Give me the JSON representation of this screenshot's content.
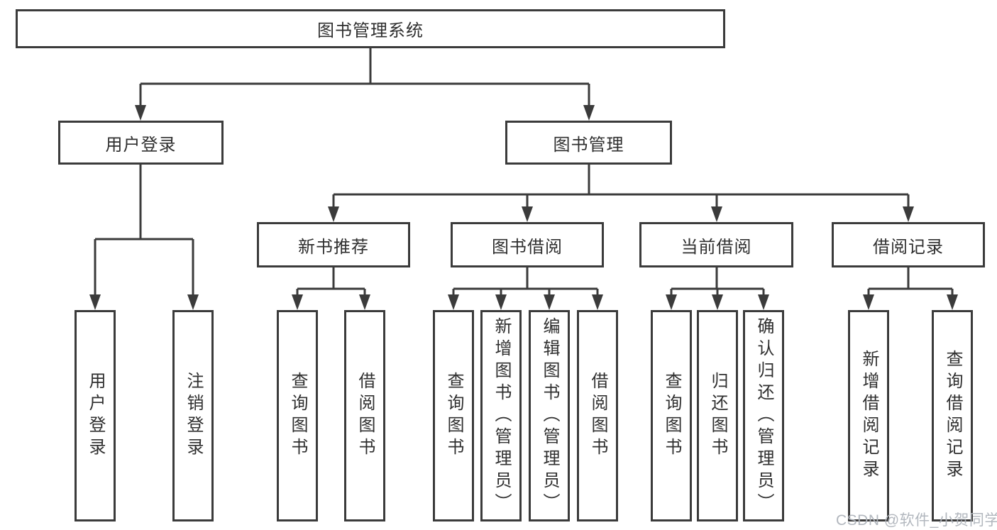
{
  "diagram": {
    "root": "图书管理系统",
    "level2": {
      "user_login": "用户登录",
      "book_management": "图书管理"
    },
    "level3": {
      "new_book_recommend": "新书推荐",
      "book_borrow": "图书借阅",
      "current_borrow": "当前借阅",
      "borrow_record": "借阅记录"
    },
    "leaves": {
      "user_login_1": "用户登录",
      "user_login_2": "注销登录",
      "new_book_1": "查询图书",
      "new_book_2": "借阅图书",
      "book_borrow_1": "查询图书",
      "book_borrow_2": "新增图书（管理员）",
      "book_borrow_3": "编辑图书（管理员）",
      "book_borrow_4": "借阅图书",
      "current_borrow_1": "查询图书",
      "current_borrow_2": "归还图书",
      "current_borrow_3": "确认归还（管理员）",
      "borrow_record_1": "新增借阅记录",
      "borrow_record_2": "查询借阅记录"
    }
  },
  "watermark": "CSDN @软件_小贺同学",
  "colors": {
    "line": "#3b3b3b",
    "text": "#2f2f2f",
    "background": "#ffffff",
    "watermark": "#aeb3ba"
  }
}
